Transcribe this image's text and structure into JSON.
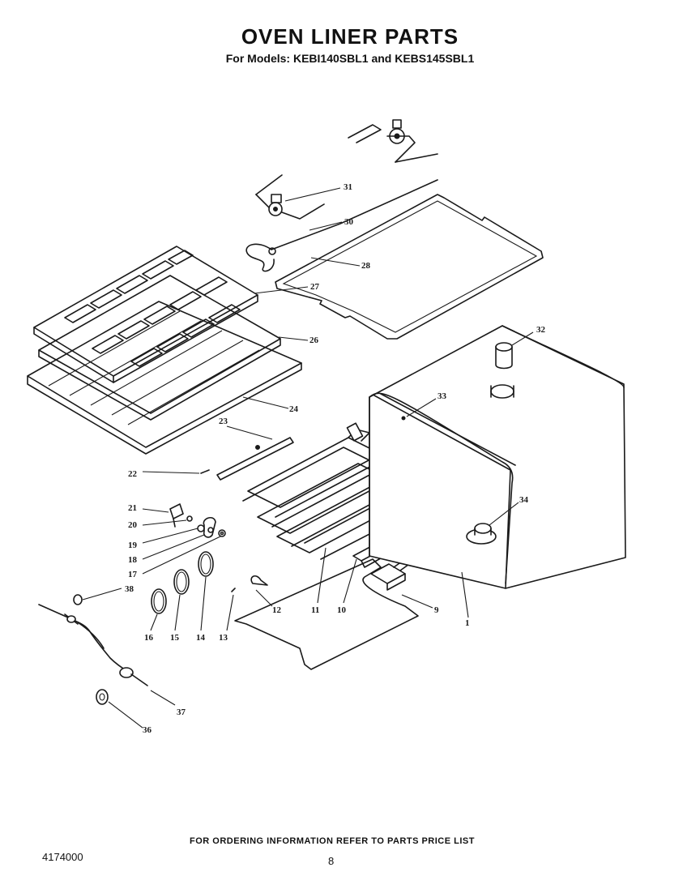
{
  "header": {
    "title": "OVEN LINER PARTS",
    "subtitle": "For Models: KEBI140SBL1 and KEBS145SBL1"
  },
  "footer": {
    "note": "FOR ORDERING INFORMATION REFER TO PARTS PRICE LIST",
    "doc_number": "4174000",
    "page_number": "8"
  },
  "callouts": [
    "31",
    "30",
    "28",
    "27",
    "26",
    "24",
    "23",
    "22",
    "21",
    "20",
    "19",
    "18",
    "17",
    "38",
    "16",
    "15",
    "14",
    "13",
    "12",
    "11",
    "10",
    "9",
    "1",
    "32",
    "33",
    "34",
    "37",
    "36"
  ]
}
